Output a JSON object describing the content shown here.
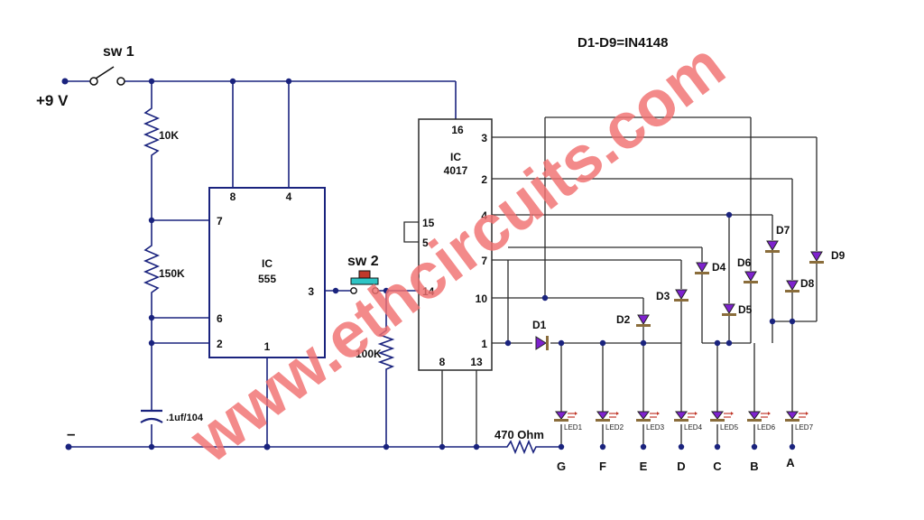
{
  "title": "D1-D9=IN4148",
  "power": {
    "plus_label": "+9 V",
    "minus_label": "–"
  },
  "switches": {
    "sw1": "sw 1",
    "sw2": "sw 2"
  },
  "resistors": {
    "r1": "10K",
    "r2": "150K",
    "r3": "100K",
    "r4": "470 Ohm"
  },
  "capacitor": ".1uf/104",
  "ic555": {
    "name": "IC",
    "part": "555",
    "pins": [
      "8",
      "4",
      "7",
      "6",
      "2",
      "1",
      "3"
    ]
  },
  "ic4017": {
    "name": "IC",
    "part": "4017",
    "pins": [
      "16",
      "15",
      "5",
      "14",
      "8",
      "13",
      "3",
      "2",
      "4",
      "7",
      "10",
      "1"
    ]
  },
  "diodes": [
    "D1",
    "D2",
    "D3",
    "D4",
    "D5",
    "D6",
    "D7",
    "D8",
    "D9"
  ],
  "leds": [
    "LED1",
    "LED2",
    "LED3",
    "LED4",
    "LED5",
    "LED6",
    "LED7"
  ],
  "outputs": [
    "G",
    "F",
    "E",
    "D",
    "C",
    "B",
    "A"
  ],
  "watermark": "www.ethcircuits.com",
  "colors": {
    "wire": "#1a237e",
    "diode": "#7e22ce",
    "diode_band": "#8a6d3b",
    "watermark": "#f07070",
    "sw2_button": "#c0392b",
    "sw2_plunger": "#2ec4c4"
  }
}
